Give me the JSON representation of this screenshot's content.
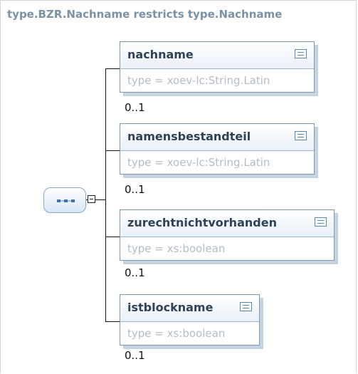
{
  "title": "type.BZR.Nachname restricts type.Nachname",
  "sequence": {
    "icon": "sequence-compositor-icon"
  },
  "elements": [
    {
      "name": "nachname",
      "type": "type = xoev-lc:String.Latin",
      "cardinality": "0..1",
      "icon": "documentation-icon"
    },
    {
      "name": "namensbestandteil",
      "type": "type = xoev-lc:String.Latin",
      "cardinality": "0..1",
      "icon": "documentation-icon"
    },
    {
      "name": "zurechtnichtvorhanden",
      "type": "type = xs:boolean",
      "cardinality": "0..1",
      "icon": "documentation-icon"
    },
    {
      "name": "istblockname",
      "type": "type = xs:boolean",
      "cardinality": "0..1",
      "icon": "documentation-icon"
    }
  ],
  "colors": {
    "title": "#7b91a6",
    "border": "#7e98b4",
    "name": "#2f4257",
    "type": "#b3bdc7"
  }
}
